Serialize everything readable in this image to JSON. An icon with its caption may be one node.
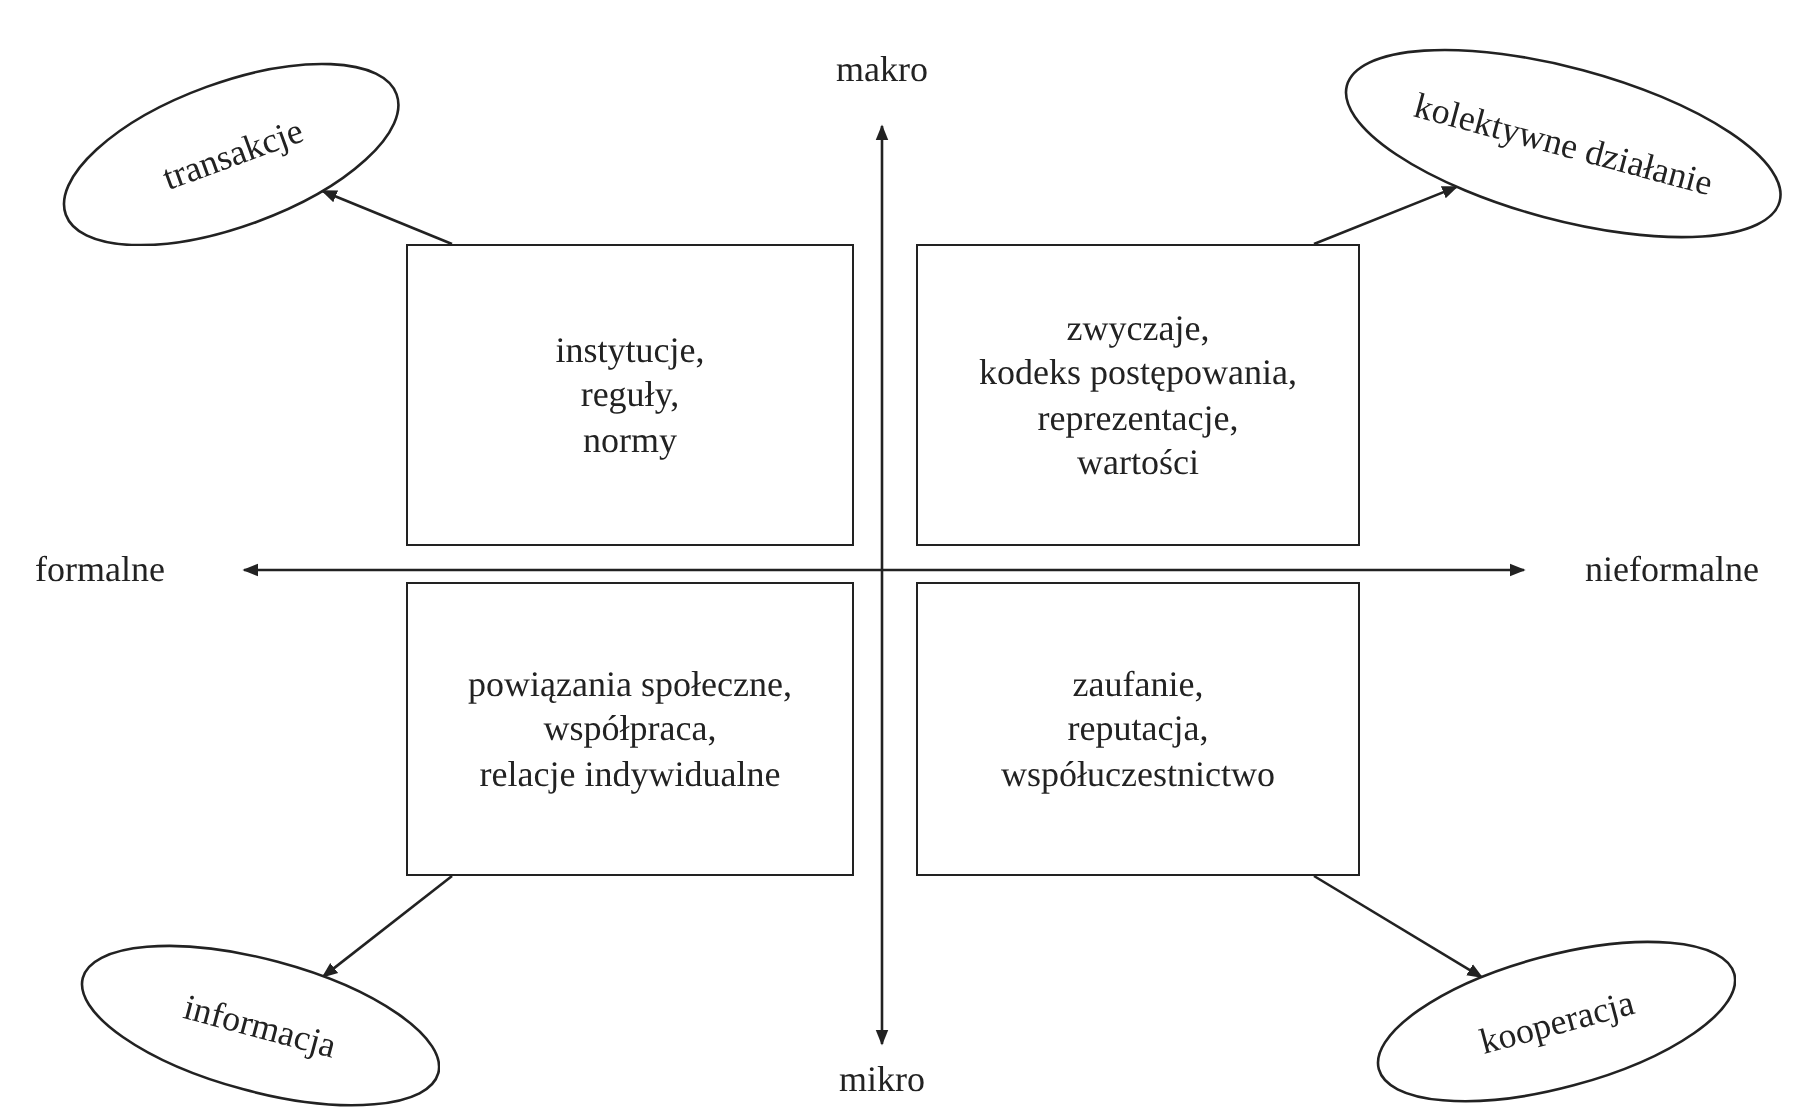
{
  "diagram": {
    "nodes": [
      {
        "text": [
          "transakcje"
        ]
      },
      {
        "text": [
          "kolektywne działanie"
        ]
      },
      {
        "text": [
          "instytucje, reguły, normy"
        ]
      },
      {
        "text": [
          "zwyczaje, kodeks postępowania, reprezentacje, wartości"
        ]
      },
      {
        "text": [
          "powiązania społeczne, współpraca, relacje indywidualne"
        ]
      },
      {
        "text": [
          "zaufanie, reputacja, współuczestnictwo"
        ]
      },
      {
        "text": [
          "informacja"
        ]
      },
      {
        "text": [
          "kooperacja"
        ]
      }
    ],
    "edges": [
      {
        "from": 2,
        "to": 0,
        "arrow": "to"
      },
      {
        "from": 3,
        "to": 1,
        "arrow": "to"
      },
      {
        "from": 4,
        "to": 6,
        "arrow": "to"
      },
      {
        "from": 5,
        "to": 7,
        "arrow": "to"
      }
    ],
    "labels": [
      "makro",
      "formalne",
      "nieformalne",
      "mikro"
    ]
  }
}
